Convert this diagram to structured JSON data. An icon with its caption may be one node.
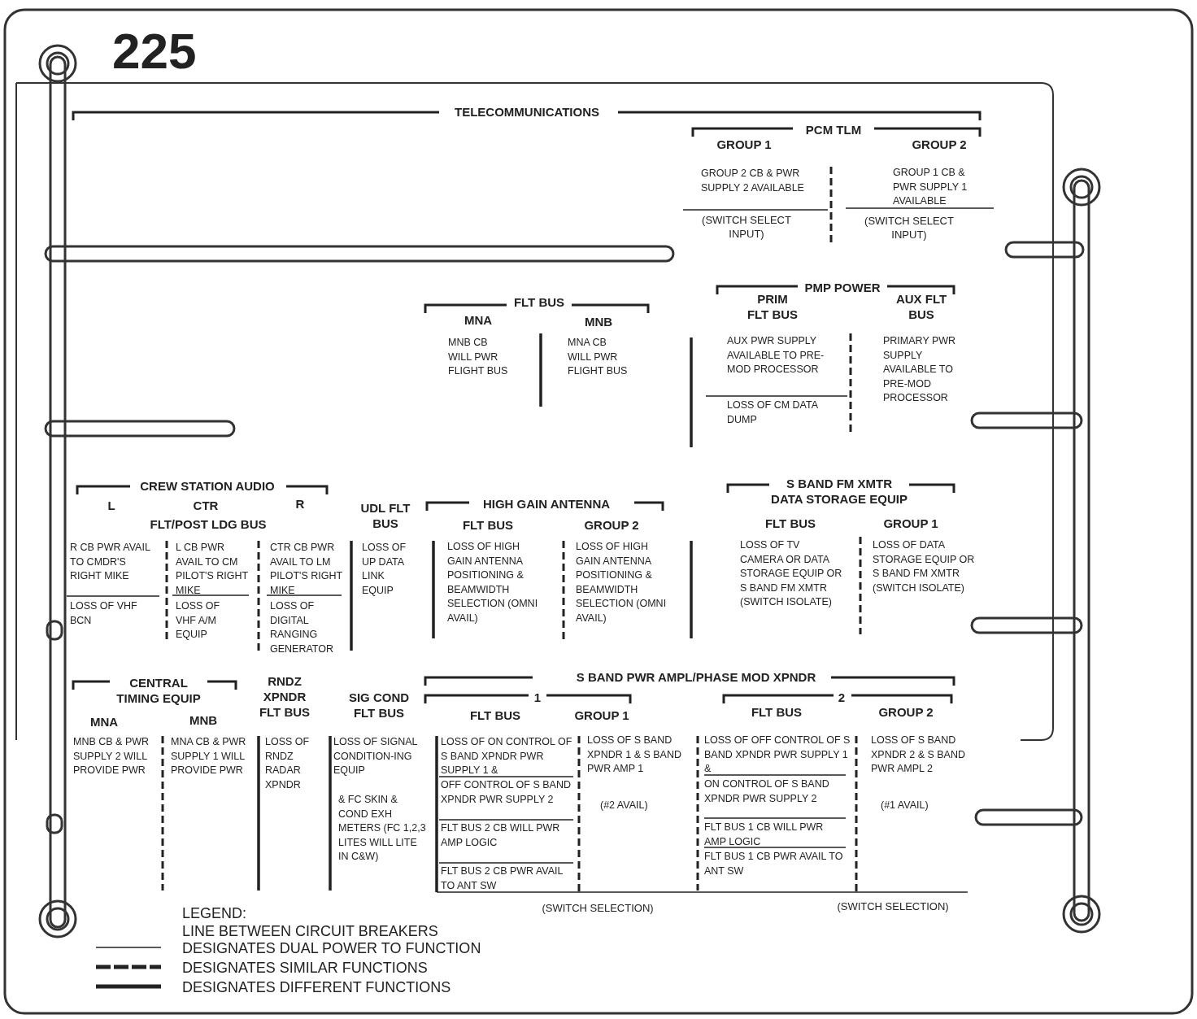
{
  "diagram": {
    "title": "TELECOMMUNICATIONS",
    "labels": [
      "225",
      "PCM TLM",
      "GROUP 1",
      "GROUP 2",
      "GROUP 2 CB & PWR SUPPLY 2 AVAILABLE",
      "(SWITCH SELECT INPUT)",
      "GROUP 1 CB & PWR SUPPLY 1 AVAILABLE",
      "(SWITCH SELECT INPUT)",
      "FLT BUS",
      "MNA",
      "MNB",
      "MNB CB WILL PWR FLIGHT BUS",
      "MNA CB WILL PWR FLIGHT BUS",
      "PMP POWER",
      "PRIM FLT BUS",
      "AUX FLT BUS",
      "AUX PWR SUPPLY AVAILABLE TO PRE-MOD PROCESSOR",
      "LOSS OF CM DATA DUMP",
      "PRIMARY PWR SUPPLY AVAILABLE TO PRE-MOD PROCESSOR",
      "CREW STATION AUDIO",
      "L",
      "CTR",
      "R",
      "FLT/POST LDG BUS",
      "UDL FLT BUS",
      "HIGH GAIN ANTENNA",
      "FLT BUS",
      "GROUP 2",
      "S BAND FM XMTR DATA STORAGE EQUIP",
      "FLT BUS",
      "GROUP 1",
      "R CB PWR AVAIL TO CMDR'S RIGHT MIKE",
      "LOSS OF VHF BCN",
      "L CB PWR AVAIL TO CM PILOT'S RIGHT MIKE",
      "LOSS OF VHF A/M EQUIP",
      "CTR CB PWR AVAIL TO LM PILOT'S RIGHT MIKE",
      "LOSS OF DIGITAL RANGING GENERATOR",
      "LOSS OF UP DATA LINK EQUIP",
      "LOSS OF HIGH GAIN ANTENNA POSITIONING & BEAMWIDTH SELECTION (OMNI AVAIL)",
      "LOSS OF HIGH GAIN ANTENNA POSITIONING & BEAMWIDTH SELECTION (OMNI AVAIL)",
      "LOSS OF TV CAMERA OR DATA STORAGE EQUIP OR S BAND FM XMTR (SWITCH ISOLATE)",
      "LOSS OF DATA STORAGE EQUIP OR S BAND FM XMTR (SWITCH ISOLATE)",
      "CENTRAL TIMING EQUIP",
      "MNA",
      "MNB",
      "RNDZ XPNDR FLT BUS",
      "SIG COND FLT BUS",
      "S BAND PWR AMPL/PHASE MOD XPNDR",
      "1",
      "FLT BUS",
      "GROUP 1",
      "2",
      "FLT BUS",
      "GROUP 2",
      "MNB CB & PWR SUPPLY 2 WILL PROVIDE PWR",
      "MNA CB & PWR SUPPLY 1 WILL PROVIDE PWR",
      "LOSS OF RNDZ RADAR XPNDR",
      "LOSS OF SIGNAL CONDITION-ING EQUIP",
      "& FC SKIN & COND EXH METERS (FC 1,2,3 LITES WILL LITE IN C&W)",
      "LOSS OF ON CONTROL OF S BAND XPNDR PWR SUPPLY 1 &",
      "OFF CONTROL OF S BAND XPNDR PWR SUPPLY 2",
      "FLT BUS 2 CB WILL PWR AMP LOGIC",
      "FLT BUS 2 CB PWR AVAIL TO ANT SW",
      "LOSS OF S BAND XPNDR 1 & S BAND PWR AMP 1",
      "(#2 AVAIL)",
      "LOSS OF OFF CONTROL OF S BAND XPNDR PWR SUPPLY 1 &",
      "ON CONTROL OF S BAND XPNDR PWR SUPPLY 2",
      "FLT BUS 1 CB WILL PWR AMP LOGIC",
      "FLT BUS 1 CB PWR AVAIL TO ANT SW",
      "LOSS OF S BAND XPNDR 2 & S BAND PWR AMPL 2",
      "(#1 AVAIL)",
      "LEGEND:",
      "(SWITCH SELECTION)",
      "(SWITCH SELECTION)",
      "LINE BETWEEN CIRCUIT BREAKERS"
    ],
    "legend": [
      {
        "text": "DESIGNATES DUAL POWER TO FUNCTION"
      },
      {
        "text": "DESIGNATES SIMILAR FUNCTIONS"
      },
      {
        "text": "DESIGNATES DIFFERENT FUNCTIONS"
      }
    ]
  }
}
